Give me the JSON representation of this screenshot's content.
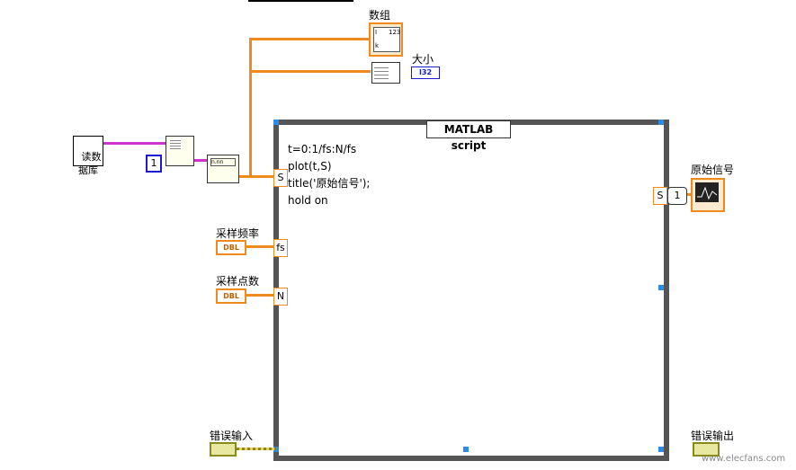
{
  "top_indicator_label": "数组",
  "size_indicator": {
    "label": "大小",
    "type_badge": "I32"
  },
  "read_node_label": "读数\n据库",
  "index_constant": "1",
  "script_node": {
    "title": "MATLAB script",
    "code_lines": [
      "t=0:1/fs:N/fs",
      "plot(t,S)",
      "title('原始信号');",
      "hold on"
    ],
    "input_terminals": [
      "S",
      "fs",
      "N"
    ],
    "output_terminal": "S"
  },
  "fs_control": {
    "label": "采样频率",
    "badge": "DBL"
  },
  "n_control": {
    "label": "采样点数",
    "badge": "DBL"
  },
  "output_index": "1",
  "graph_indicator_label": "原始信号",
  "error_in_label": "错误输入",
  "error_out_label": "错误输出",
  "watermark": "www.elecfans.com"
}
